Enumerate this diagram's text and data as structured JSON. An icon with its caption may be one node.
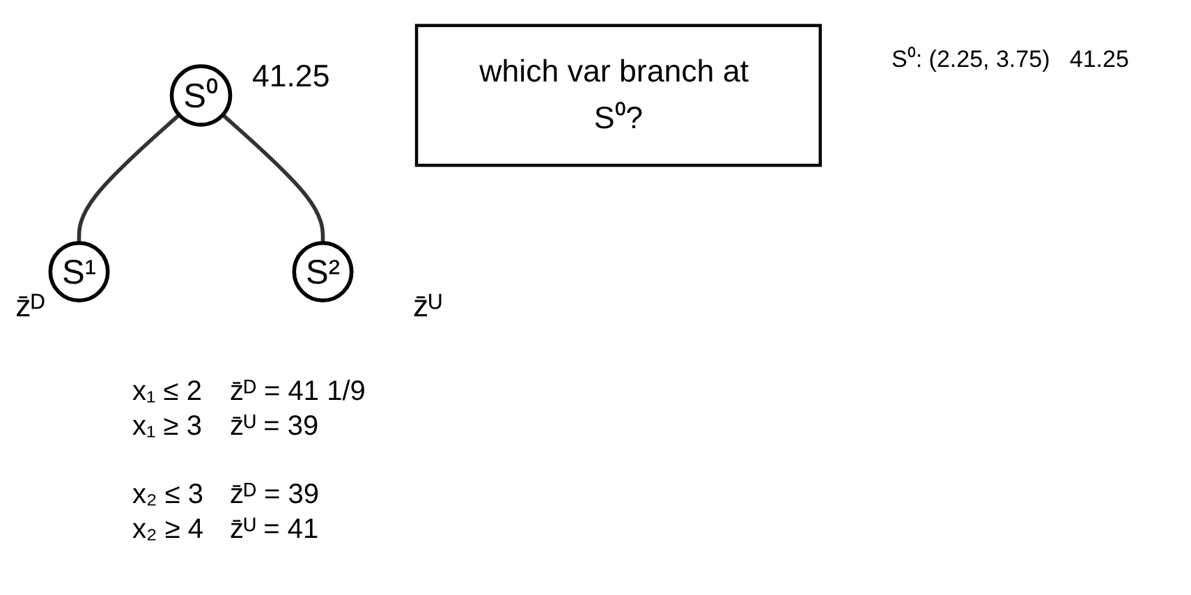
{
  "diagram": {
    "nodes": [
      {
        "text": [
          "S⁰"
        ],
        "beside": [
          "41.25"
        ]
      },
      {
        "text": [
          "S¹"
        ],
        "beside": [
          "z̄ᴰ"
        ]
      },
      {
        "text": [
          "S²"
        ],
        "beside": [
          "z̄ᵁ"
        ]
      },
      {
        "text": [
          "which var branch at S⁰?"
        ]
      }
    ],
    "edges": [
      {
        "from": 0,
        "to": 1,
        "arrow": "none"
      },
      {
        "from": 0,
        "to": 2,
        "arrow": "none"
      }
    ],
    "labels": [
      "S⁰: (2.25, 3.75)   41.25",
      "x₁ ≤ 2",
      "z̄ᴰ = 41 1/9",
      "x₁ ≥ 3",
      "z̄ᵁ = 39",
      "x₂ ≤ 3",
      "z̄ᴰ = 39",
      "x₂ ≥ 4",
      "z̄ᵁ = 41"
    ]
  }
}
